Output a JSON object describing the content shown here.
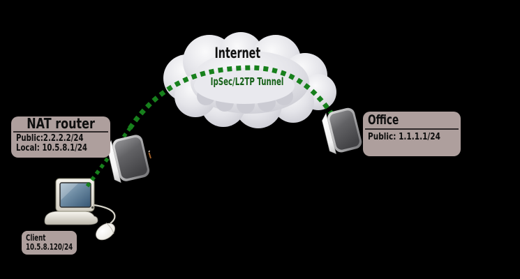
{
  "diagram": {
    "internet_label": "Internet",
    "tunnel_label": "IpSec/L2TP Tunnel",
    "nat_router_box": {
      "title": "NAT router",
      "line1": "Public:2.2.2.2/24",
      "line2": "Local: 10.5.8.1/24"
    },
    "office_box": {
      "title": "Office",
      "line1": "Public: 1.1.1.1/24"
    },
    "client_box": {
      "line1": "Client",
      "line2": "10.5.8.120/24"
    },
    "colors": {
      "background": "#000000",
      "label_box": "#ae9f9d",
      "divider": "#2f2a2a",
      "text": "#0e0e0e",
      "tunnel_green": "#17801c",
      "tunnel_label_green": "#156017",
      "cloud": "#d8d8dd"
    }
  }
}
